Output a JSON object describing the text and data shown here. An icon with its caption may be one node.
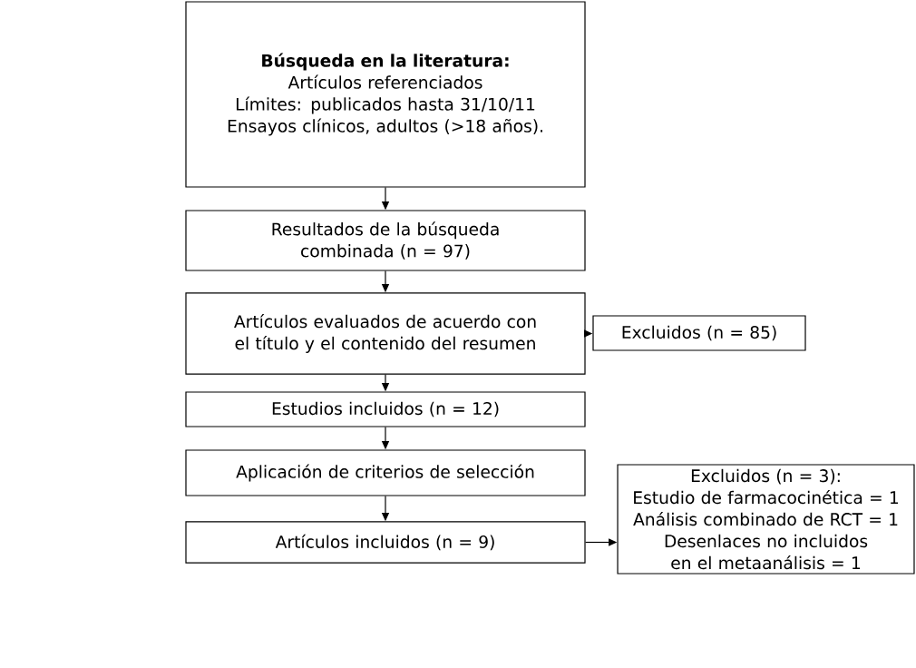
{
  "diagram": {
    "nodes": [
      {
        "text": [
          "Búsqueda en la literatura:",
          "Artículos referenciados",
          "Límites: publicados hasta 31/10/11",
          "Ensayos clínicos, adultos (>18 años)."
        ]
      },
      {
        "text": [
          "Resultados de la búsqueda combinada (n = 97)"
        ]
      },
      {
        "text": [
          "Artículos evaluados de acuerdo con el título y el contenido del resumen"
        ]
      },
      {
        "text": [
          "Excluidos (n = 85)"
        ]
      },
      {
        "text": [
          "Estudios incluidos (n = 12)"
        ]
      },
      {
        "text": [
          "Aplicación de criterios de selección"
        ]
      },
      {
        "text": [
          "Artículos incluidos (n = 9)"
        ]
      },
      {
        "text": [
          "Excluidos (n = 3):",
          "Estudio de farmacocinética = 1",
          "Análisis combinado de RCT = 1",
          "Desenlaces no incluidos en el metaanálisis = 1"
        ]
      }
    ],
    "edges": [
      {
        "from": 0,
        "to": 1,
        "arrow": "to"
      },
      {
        "from": 1,
        "to": 2,
        "arrow": "to"
      },
      {
        "from": 2,
        "to": 3,
        "arrow": "to"
      },
      {
        "from": 2,
        "to": 4,
        "arrow": "to"
      },
      {
        "from": 4,
        "to": 5,
        "arrow": "to"
      },
      {
        "from": 5,
        "to": 6,
        "arrow": "to"
      },
      {
        "from": 6,
        "to": 7,
        "arrow": "to"
      }
    ]
  }
}
